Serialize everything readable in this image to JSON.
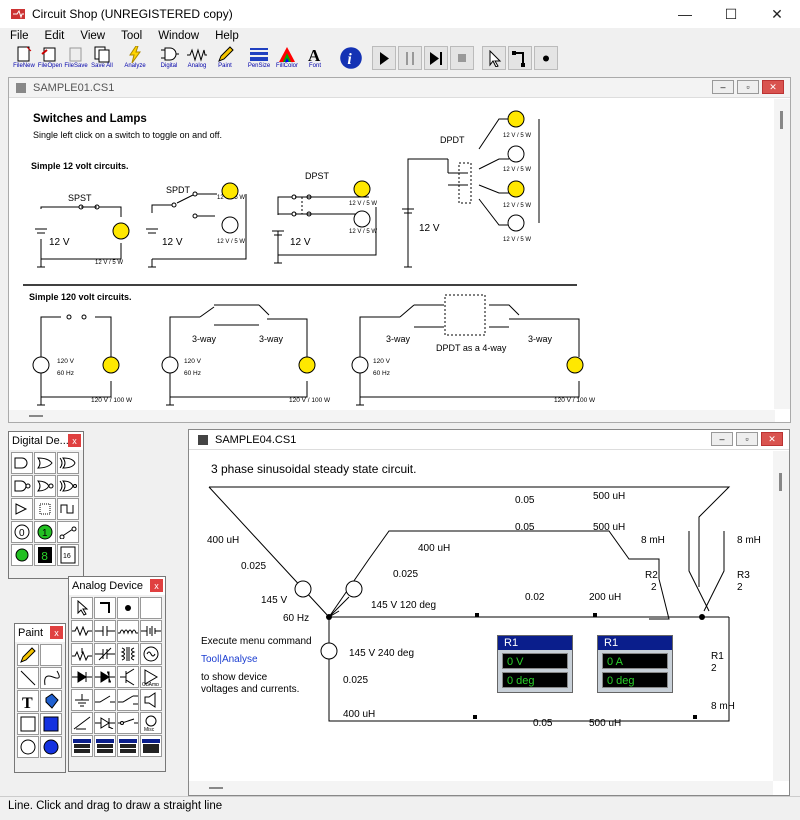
{
  "window": {
    "title": "Circuit Shop (UNREGISTERED copy)",
    "min": "—",
    "max": "☐",
    "close": "✕"
  },
  "menu": [
    "File",
    "Edit",
    "View",
    "Tool",
    "Window",
    "Help"
  ],
  "toolbar": {
    "file_buttons": [
      "FileNew",
      "FileOpen",
      "FileSave",
      "Save All"
    ],
    "tool_buttons": [
      "Analyze",
      "Digital",
      "Analog",
      "Paint",
      "PenSize",
      "FillColor",
      "Font"
    ]
  },
  "top_window": {
    "title": "SAMPLE01.CS1",
    "heading": "Switches and Lamps",
    "subheading": "Single left click on a switch to toggle on and off.",
    "sec12": "Simple 12 volt circuits.",
    "sec120": "Simple 120 volt circuits.",
    "labels": {
      "spst": "SPST",
      "spdt": "SPDT",
      "dpst": "DPST",
      "dpdt": "DPDT",
      "v12": "12 V",
      "lamp12": "12 V / 5 W",
      "v120": "120 V",
      "hz": "60 Hz",
      "lamp120": "120 V / 100 W",
      "threeway": "3-way",
      "fourway": "DPDT as a 4-way"
    }
  },
  "bottom_window": {
    "title": "SAMPLE04.CS1",
    "heading": "3 phase sinusoidal steady state circuit.",
    "note_line1": "Execute menu command",
    "note_link": "Tool|Analyse",
    "note_line2": "to show device",
    "note_line3": "voltages and currents.",
    "labels": {
      "r005": "0.05",
      "uh500": "500 uH",
      "uh400": "400 uH",
      "r0025": "0.025",
      "mh8": "8 mH",
      "r2": "R2",
      "r3": "R3",
      "two": "2",
      "v145_0": "145 V",
      "hz60": "60 Hz",
      "v145_120": "145 V  120 deg",
      "v145_240": "145 V  240 deg",
      "r002": "0.02",
      "uh200": "200 uH",
      "r1": "R1"
    },
    "meter_v": {
      "title": "R1",
      "val": "0 V",
      "deg": "0 deg"
    },
    "meter_a": {
      "title": "R1",
      "val": "0 A",
      "deg": "0 deg"
    }
  },
  "palettes": {
    "digital": "Digital De...",
    "analog": "Analog Device",
    "paint": "Paint"
  },
  "status": "Line. Click and drag to draw a straight line"
}
